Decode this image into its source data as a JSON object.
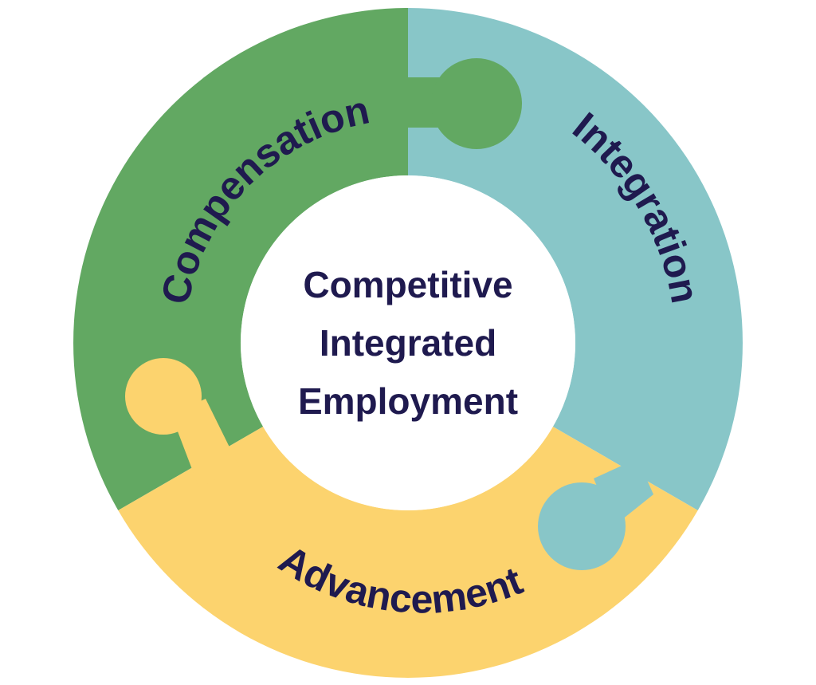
{
  "center": {
    "lines": [
      "Competitive",
      "Integrated",
      "Employment"
    ]
  },
  "segments": [
    {
      "label": "Compensation",
      "color": "#62a862"
    },
    {
      "label": "Integration",
      "color": "#88c6c8"
    },
    {
      "label": "Advancement",
      "color": "#fcd36e"
    }
  ],
  "text_color": "#1f1a4f"
}
